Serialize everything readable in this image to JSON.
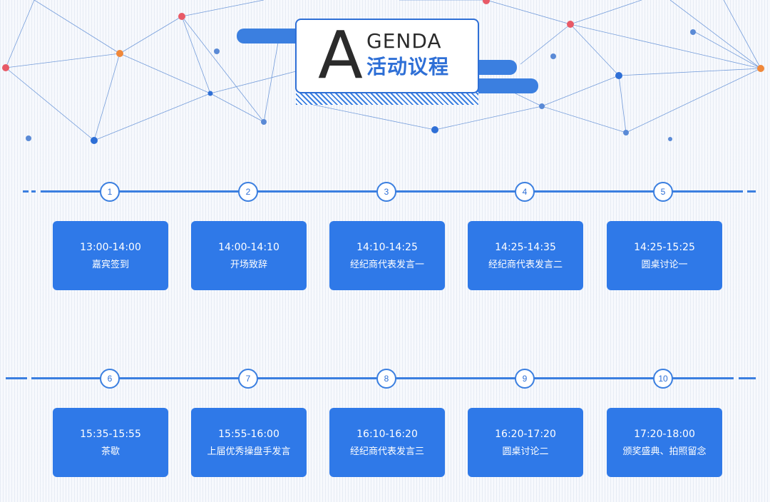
{
  "title": {
    "letter_big": "A",
    "letter_rest": "GENDA",
    "subtitle": "活动议程"
  },
  "agenda": [
    {
      "num": "1",
      "time": "13:00-14:00",
      "title": "嘉宾签到"
    },
    {
      "num": "2",
      "time": "14:00-14:10",
      "title": "开场致辞"
    },
    {
      "num": "3",
      "time": "14:10-14:25",
      "title": "经纪商代表发言一"
    },
    {
      "num": "4",
      "time": "14:25-14:35",
      "title": "经纪商代表发言二"
    },
    {
      "num": "5",
      "time": "14:25-15:25",
      "title": "圆桌讨论一"
    },
    {
      "num": "6",
      "time": "15:35-15:55",
      "title": "茶歇"
    },
    {
      "num": "7",
      "time": "15:55-16:00",
      "title": "上届优秀操盘手发言"
    },
    {
      "num": "8",
      "time": "16:10-16:20",
      "title": "经纪商代表发言三"
    },
    {
      "num": "9",
      "time": "16:20-17:20",
      "title": "圆桌讨论二"
    },
    {
      "num": "10",
      "time": "17:20-18:00",
      "title": "颁奖盛典、拍照留念"
    }
  ],
  "colors": {
    "accent": "#2f79e8",
    "line": "#3b7fe0",
    "node_red": "#e85a67",
    "node_orange": "#f0883a",
    "node_blue": "#2e6fd6"
  }
}
